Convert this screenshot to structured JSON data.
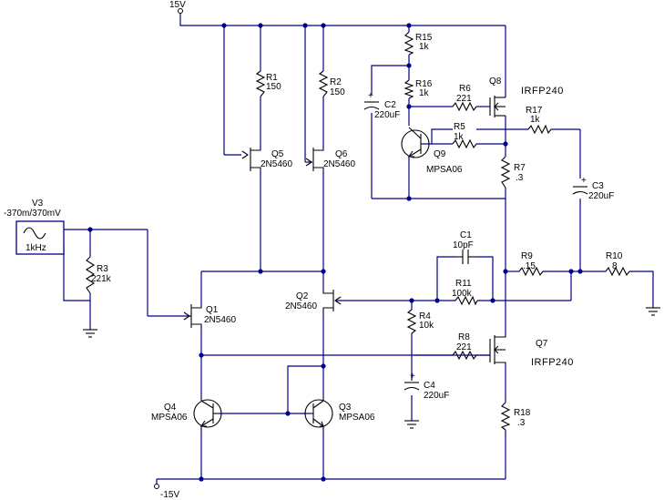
{
  "rails": {
    "positive": "15V",
    "negative": "-15V"
  },
  "source": {
    "name": "V3",
    "value": "-370m/370mV",
    "freq": "1kHz"
  },
  "components": {
    "R1": {
      "name": "R1",
      "value": "150"
    },
    "R2": {
      "name": "R2",
      "value": "150"
    },
    "R3": {
      "name": "R3",
      "value": "221k"
    },
    "R4": {
      "name": "R4",
      "value": "10k"
    },
    "R5": {
      "name": "R5",
      "value": "1k"
    },
    "R6": {
      "name": "R6",
      "value": "221"
    },
    "R7": {
      "name": "R7",
      "value": ".3"
    },
    "R8": {
      "name": "R8",
      "value": "221"
    },
    "R9": {
      "name": "R9",
      "value": ".15"
    },
    "R10": {
      "name": "R10",
      "value": "8"
    },
    "R11": {
      "name": "R11",
      "value": "100k"
    },
    "R15": {
      "name": "R15",
      "value": "1k"
    },
    "R16": {
      "name": "R16",
      "value": "1k"
    },
    "R17": {
      "name": "R17",
      "value": "1k"
    },
    "R18": {
      "name": "R18",
      "value": ".3"
    },
    "C1": {
      "name": "C1",
      "value": "10pF"
    },
    "C2": {
      "name": "C2",
      "value": "220uF"
    },
    "C3": {
      "name": "C3",
      "value": "220uF"
    },
    "C4": {
      "name": "C4",
      "value": "220uF"
    },
    "Q1": {
      "name": "Q1",
      "part": "2N5460"
    },
    "Q2": {
      "name": "Q2",
      "part": "2N5460"
    },
    "Q3": {
      "name": "Q3",
      "part": "MPSA06"
    },
    "Q4": {
      "name": "Q4",
      "part": "MPSA06"
    },
    "Q5": {
      "name": "Q5",
      "part": "2N5460"
    },
    "Q6": {
      "name": "Q6",
      "part": "2N5460"
    },
    "Q7": {
      "name": "Q7",
      "part": "IRFP240"
    },
    "Q8": {
      "name": "Q8",
      "part": "IRFP240"
    },
    "Q9": {
      "name": "Q9",
      "part": "MPSA06"
    }
  },
  "colors": {
    "wire": "#00008b",
    "component": "#000000"
  }
}
